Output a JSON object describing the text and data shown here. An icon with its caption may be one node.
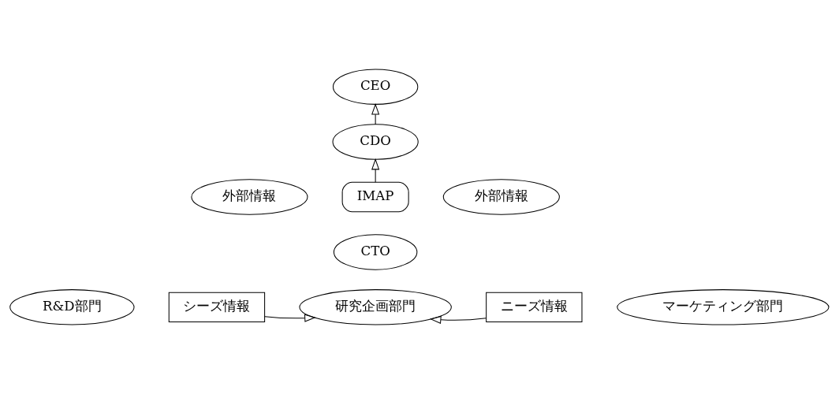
{
  "diagram": {
    "nodes": [
      {
        "text": [
          "CEO"
        ]
      },
      {
        "text": [
          "CDO"
        ]
      },
      {
        "text": [
          "IMAP"
        ]
      },
      {
        "text": [
          "外部情報"
        ]
      },
      {
        "text": [
          "外部情報"
        ]
      },
      {
        "text": [
          "CTO"
        ]
      },
      {
        "text": [
          "R&D部門"
        ]
      },
      {
        "text": [
          "シーズ情報"
        ]
      },
      {
        "text": [
          "研究企画部門"
        ]
      },
      {
        "text": [
          "ニーズ情報"
        ]
      },
      {
        "text": [
          "マーケティング部門"
        ]
      }
    ],
    "edges": [
      {
        "from": 1,
        "to": 0,
        "arrow": "to"
      },
      {
        "from": 2,
        "to": 1,
        "arrow": "to"
      },
      {
        "from": 7,
        "to": 8,
        "arrow": "to"
      },
      {
        "from": 9,
        "to": 8,
        "arrow": "to"
      }
    ]
  }
}
